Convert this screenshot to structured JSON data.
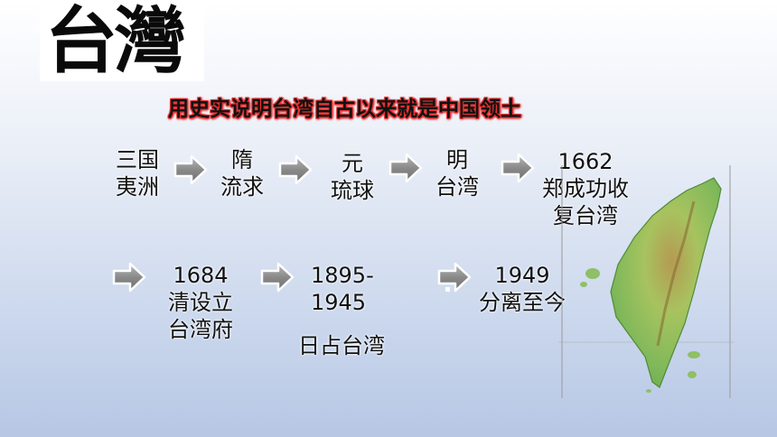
{
  "header": {
    "title": "台灣",
    "subtitle": "用史实说明台湾自古以来就是中国领土"
  },
  "timeline": {
    "row1": [
      {
        "line1": "三国",
        "line2": "夷洲"
      },
      {
        "line1": "隋",
        "line2": "流求"
      },
      {
        "line1": "元",
        "line2": "琉球"
      },
      {
        "line1": "明",
        "line2": "台湾"
      },
      {
        "line1": "1662",
        "line2": "郑成功收",
        "line3": "复台湾"
      }
    ],
    "row2": [
      {
        "line1": "1684",
        "line2": "清设立",
        "line3": "台湾府"
      },
      {
        "line1": "1895-",
        "line2": "1945",
        "line3": "日占台湾"
      },
      {
        "line1": "1949",
        "line2": "分离至今"
      }
    ]
  },
  "colors": {
    "subtitle_outline": "#e53030",
    "arrow_fill": "#8a8a8a",
    "map_land": "#7fb85a"
  },
  "icons": {
    "arrow": "right-arrow-icon",
    "map": "taiwan-map-image"
  }
}
